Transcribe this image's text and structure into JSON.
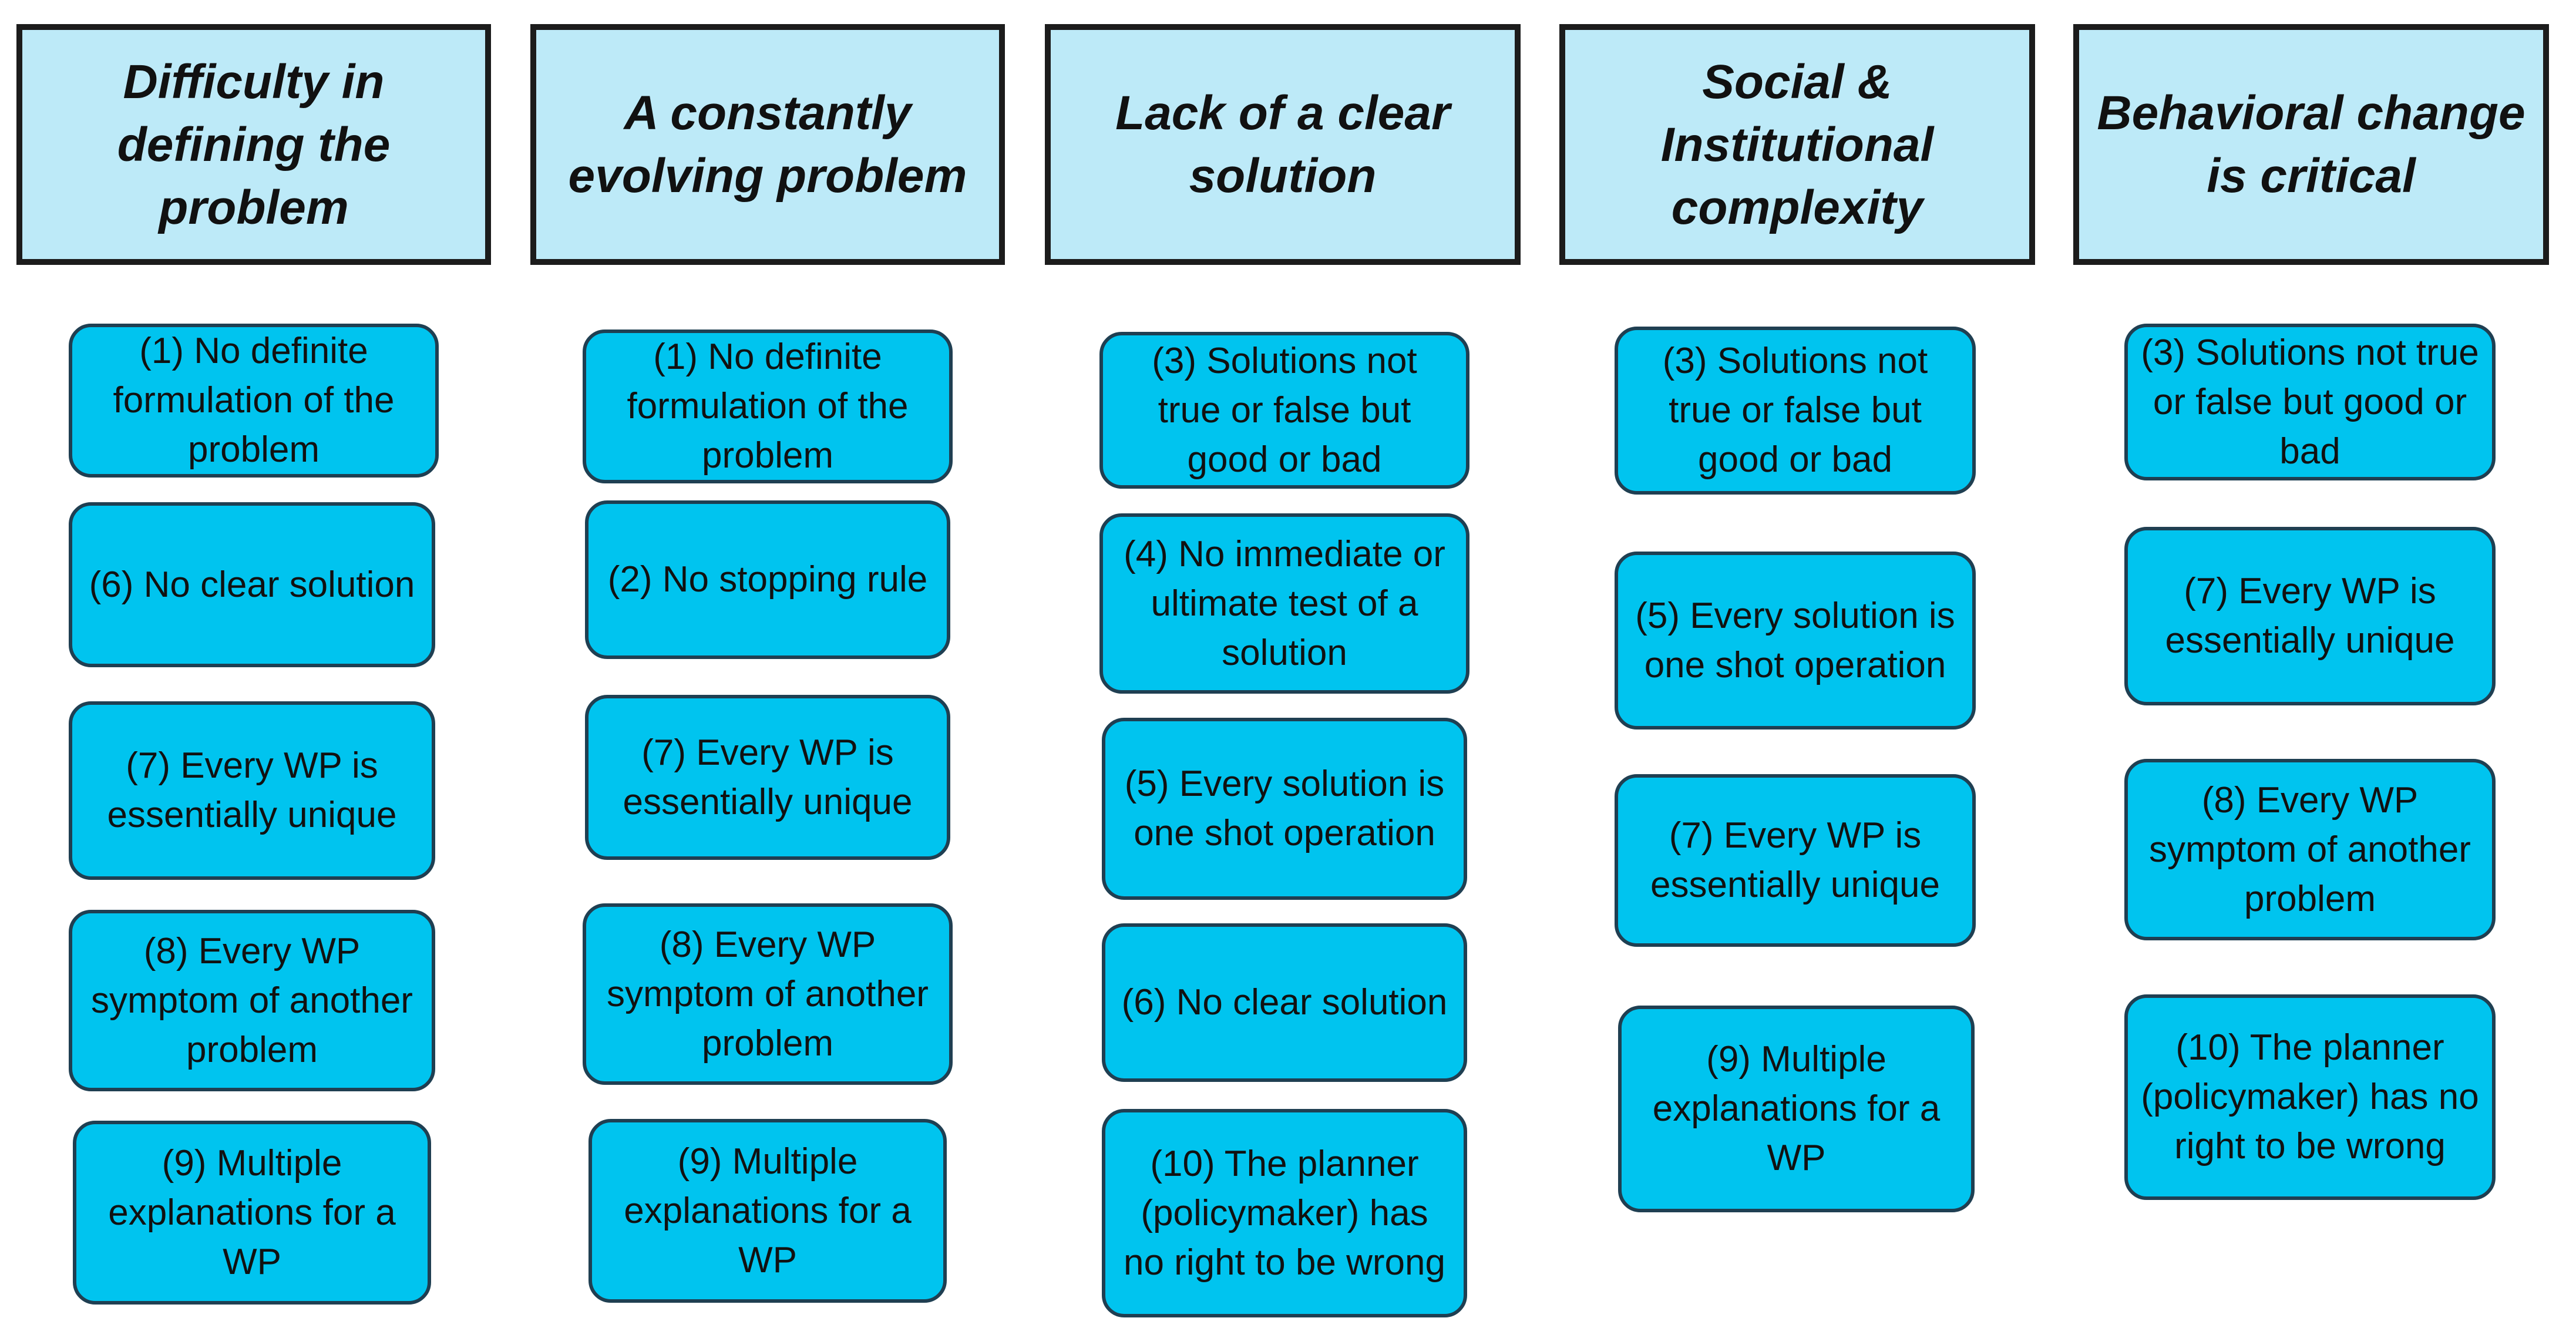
{
  "columns": [
    {
      "header": "Difficulty in defining the problem",
      "items": [
        "(1) No definite formulation of the problem",
        "(6) No clear solution",
        "(7) Every WP is essentially unique",
        "(8) Every WP symptom of another problem",
        "(9) Multiple explanations for a WP"
      ]
    },
    {
      "header": "A constantly evolving problem",
      "items": [
        "(1) No definite formulation of the problem",
        "(2) No stopping rule",
        "(7) Every WP is essentially unique",
        "(8) Every WP symptom of another problem",
        "(9) Multiple explanations for a WP"
      ]
    },
    {
      "header": "Lack of a clear solution",
      "items": [
        "(3) Solutions not true or false but good or bad",
        "(4) No immediate or ultimate test of a solution",
        "(5) Every solution is one shot operation",
        "(6) No clear solution",
        "(10) The planner (policymaker) has no right to be wrong"
      ]
    },
    {
      "header": "Social & Institutional complexity",
      "items": [
        "(3) Solutions not true or false but good or bad",
        "(5) Every solution is one shot operation",
        "(7) Every WP is essentially unique",
        "(9) Multiple explanations for a WP"
      ]
    },
    {
      "header": "Behavioral change is critical",
      "items": [
        "(3) Solutions not true or false but good or bad",
        "(7) Every WP is essentially unique",
        "(8) Every WP symptom of another problem",
        "(10) The planner (policymaker) has no right to be wrong"
      ]
    }
  ]
}
